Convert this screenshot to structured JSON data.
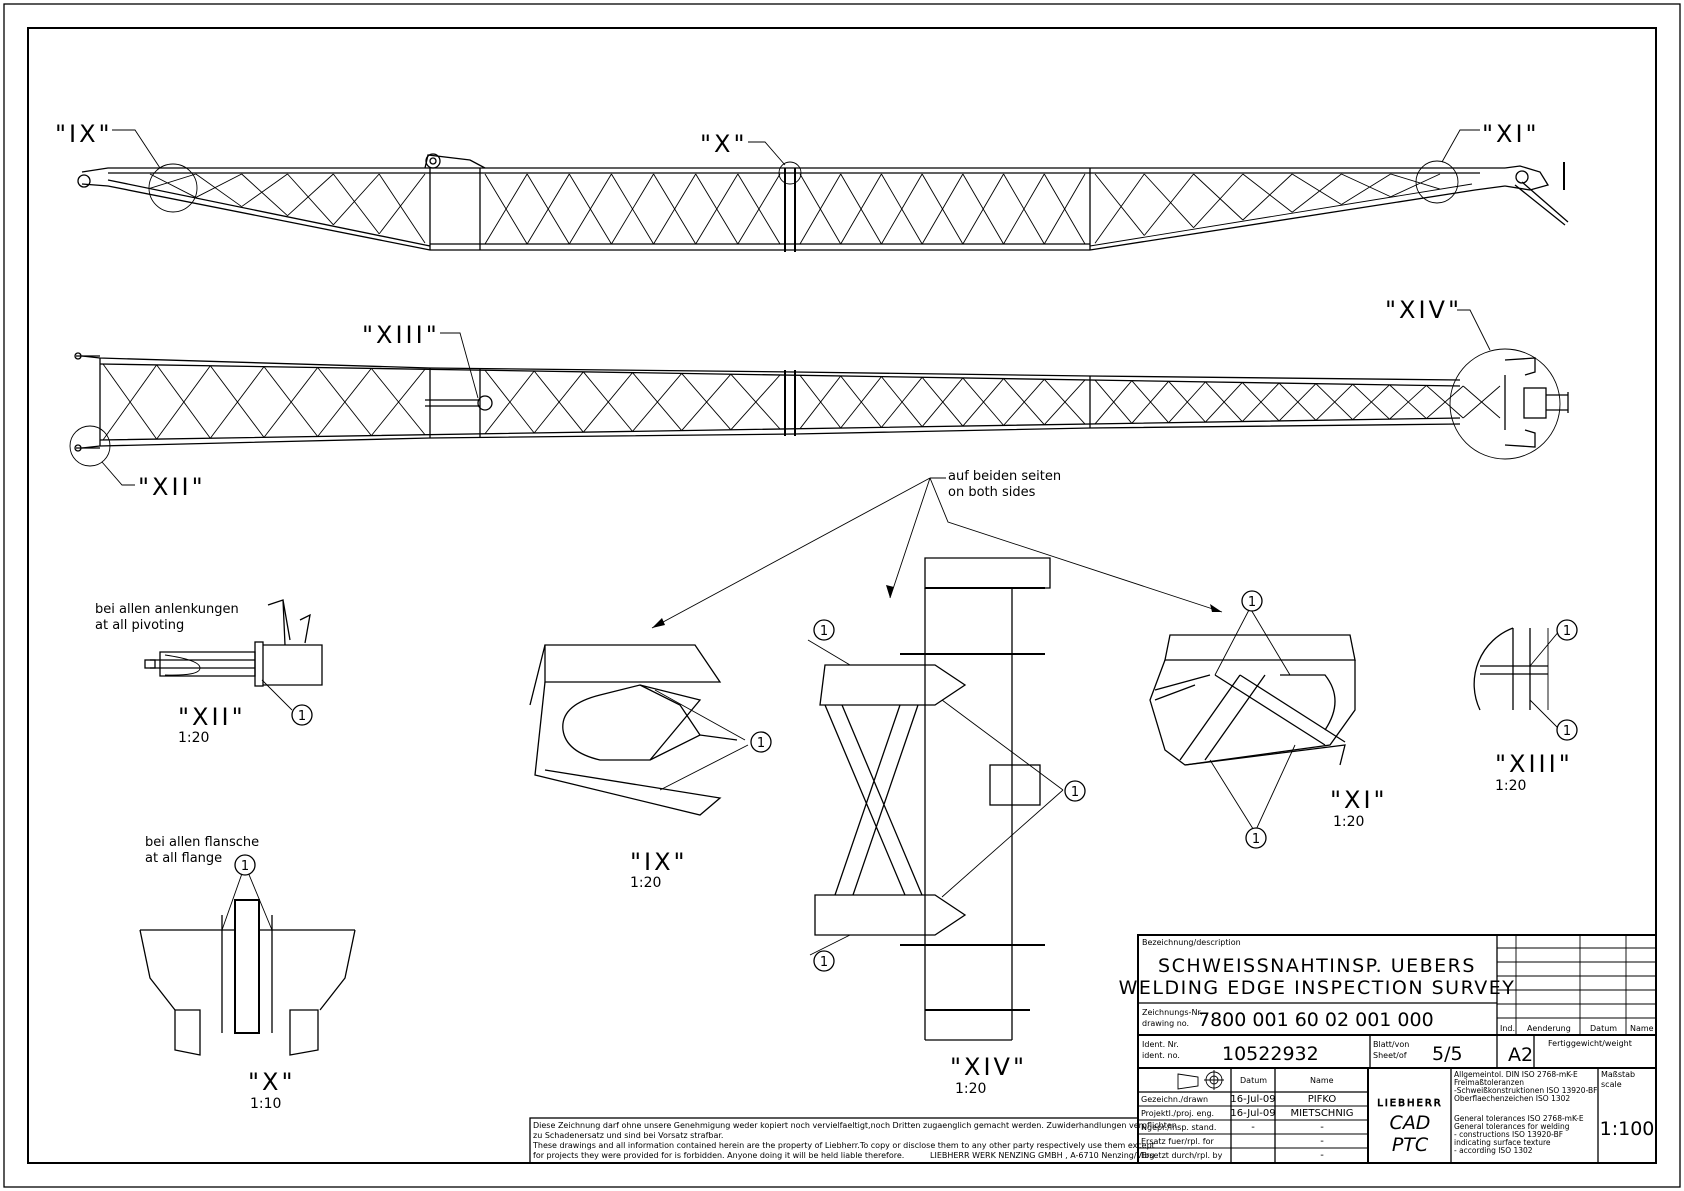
{
  "views": {
    "top_labels": [
      "\"IX\"",
      "\"X\"",
      "\"XI\""
    ],
    "side_labels": [
      "\"XIII\"",
      "\"XIV\"",
      "\"XII\""
    ]
  },
  "notes": {
    "both_sides_de": "auf beiden seiten",
    "both_sides_en": "on both sides",
    "pivoting_de": "bei allen anlenkungen",
    "pivoting_en": "at all pivoting",
    "flange_de": "bei allen flansche",
    "flange_en": "at all flange"
  },
  "details": [
    {
      "label": "\"XII\"",
      "scale": "1:20"
    },
    {
      "label": "\"IX\"",
      "scale": "1:20"
    },
    {
      "label": "\"XIV\"",
      "scale": "1:20"
    },
    {
      "label": "\"XI\"",
      "scale": "1:20"
    },
    {
      "label": "\"XIII\"",
      "scale": "1:20"
    },
    {
      "label": "\"X\"",
      "scale": "1:10"
    }
  ],
  "weld_marker": "1",
  "disclaimer": {
    "line1": "Diese Zeichnung darf ohne unsere Genehmigung weder kopiert noch vervielfaeltigt,noch Dritten zugaenglich gemacht werden. Zuwiderhandlungen verpflichten",
    "line2": "zu Schadenersatz und sind bei Vorsatz strafbar.",
    "line3": "These drawings and all information contained herein are the property of Liebherr.To copy or disclose them to any other party respectively use them except",
    "line4": "for projects they were provided for is forbidden. Anyone doing it will be held liable therefore.",
    "company": "LIEBHERR WERK NENZING GMBH , A-6710 Nenzing/Vlbg"
  },
  "title_block": {
    "description_label": "Bezeichnung/description",
    "title_de": "SCHWEISSNAHTINSP. UEBERS",
    "title_en": "WELDING EDGE INSPECTION SURVEY",
    "drawing_no_label_1": "Zeichnungs-Nr.",
    "drawing_no_label_2": "drawing no.",
    "drawing_no": "7800 001 60 02 001 000",
    "ident_label_1": "Ident. Nr.",
    "ident_label_2": "ident. no.",
    "ident_no": "10522932",
    "sheet_label_1": "Blatt/von",
    "sheet_label_2": "Sheet/of",
    "sheet": "5/5",
    "format": "A2",
    "weight_label": "Fertiggewicht/weight",
    "rev_headers": {
      "ind": "Ind.",
      "change": "Aenderung",
      "date": "Datum",
      "name": "Name"
    },
    "date_header": "Datum",
    "name_header": "Name",
    "rows": [
      {
        "label": "Gezeichn./drawn",
        "date": "16-Jul-09",
        "name": "PIFKO"
      },
      {
        "label": "Projektl./proj. eng.",
        "date": "16-Jul-09",
        "name": "MIETSCHNIG"
      },
      {
        "label": "Ngepr./insp. stand.",
        "date": "-",
        "name": "-"
      },
      {
        "label": "Ersatz fuer/rpl. for",
        "date": "",
        "name": "-"
      },
      {
        "label": "Ersetzt durch/rpl. by",
        "date": "",
        "name": "-"
      }
    ],
    "brand": "LIEBHERR",
    "cad_1": "CAD",
    "cad_2": "PTC",
    "tol": [
      "Allgemeintol. DIN ISO 2768-mK-E",
      "Freimaßtoleranzen",
      "-Schweißkonstruktionen ISO 13920-BF",
      "Oberflaechenzeichen ISO 1302",
      "General tolerances ISO 2768-mK-E",
      "General tolerances for welding",
      "- constructions ISO 13920-BF",
      "indicating surface texture",
      "- according ISO 1302"
    ],
    "scale_label_1": "Maßstab",
    "scale_label_2": "scale",
    "scale": "1:100"
  }
}
